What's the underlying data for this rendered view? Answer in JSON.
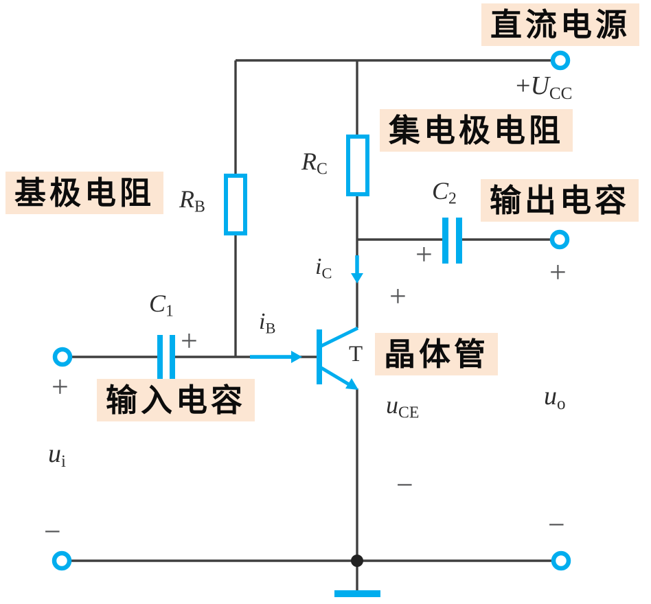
{
  "figure": {
    "kind": "transistor-amplifier-circuit-diagram"
  },
  "colors": {
    "accent_cyan": "#00ADEE",
    "wire": "#3f3f3f",
    "annotation_bg": "#FCE6D3",
    "sign_gray": "#57585A",
    "text_black": "#0C0C0C"
  },
  "annotations": {
    "dc_supply": "直流电源",
    "collector_resistor": "集电极电阻",
    "base_resistor": "基极电阻",
    "output_capacitor": "输出电容",
    "input_capacitor": "输入电容",
    "transistor": "晶体管"
  },
  "symbols": {
    "ucc": {
      "pre": "+",
      "main": "U",
      "sub": "CC"
    },
    "rb": {
      "main": "R",
      "sub": "B"
    },
    "rc": {
      "main": "R",
      "sub": "C"
    },
    "c1": {
      "main": "C",
      "sub": "1"
    },
    "c2": {
      "main": "C",
      "sub": "2"
    },
    "ib": {
      "main": "i",
      "sub": "B"
    },
    "ic": {
      "main": "i",
      "sub": "C"
    },
    "t": "T",
    "uce": {
      "main": "u",
      "sub": "CE"
    },
    "ui": {
      "main": "u",
      "sub": "i"
    },
    "uo": {
      "main": "u",
      "sub": "o"
    }
  },
  "signs": {
    "plus": "+",
    "minus": "−"
  }
}
